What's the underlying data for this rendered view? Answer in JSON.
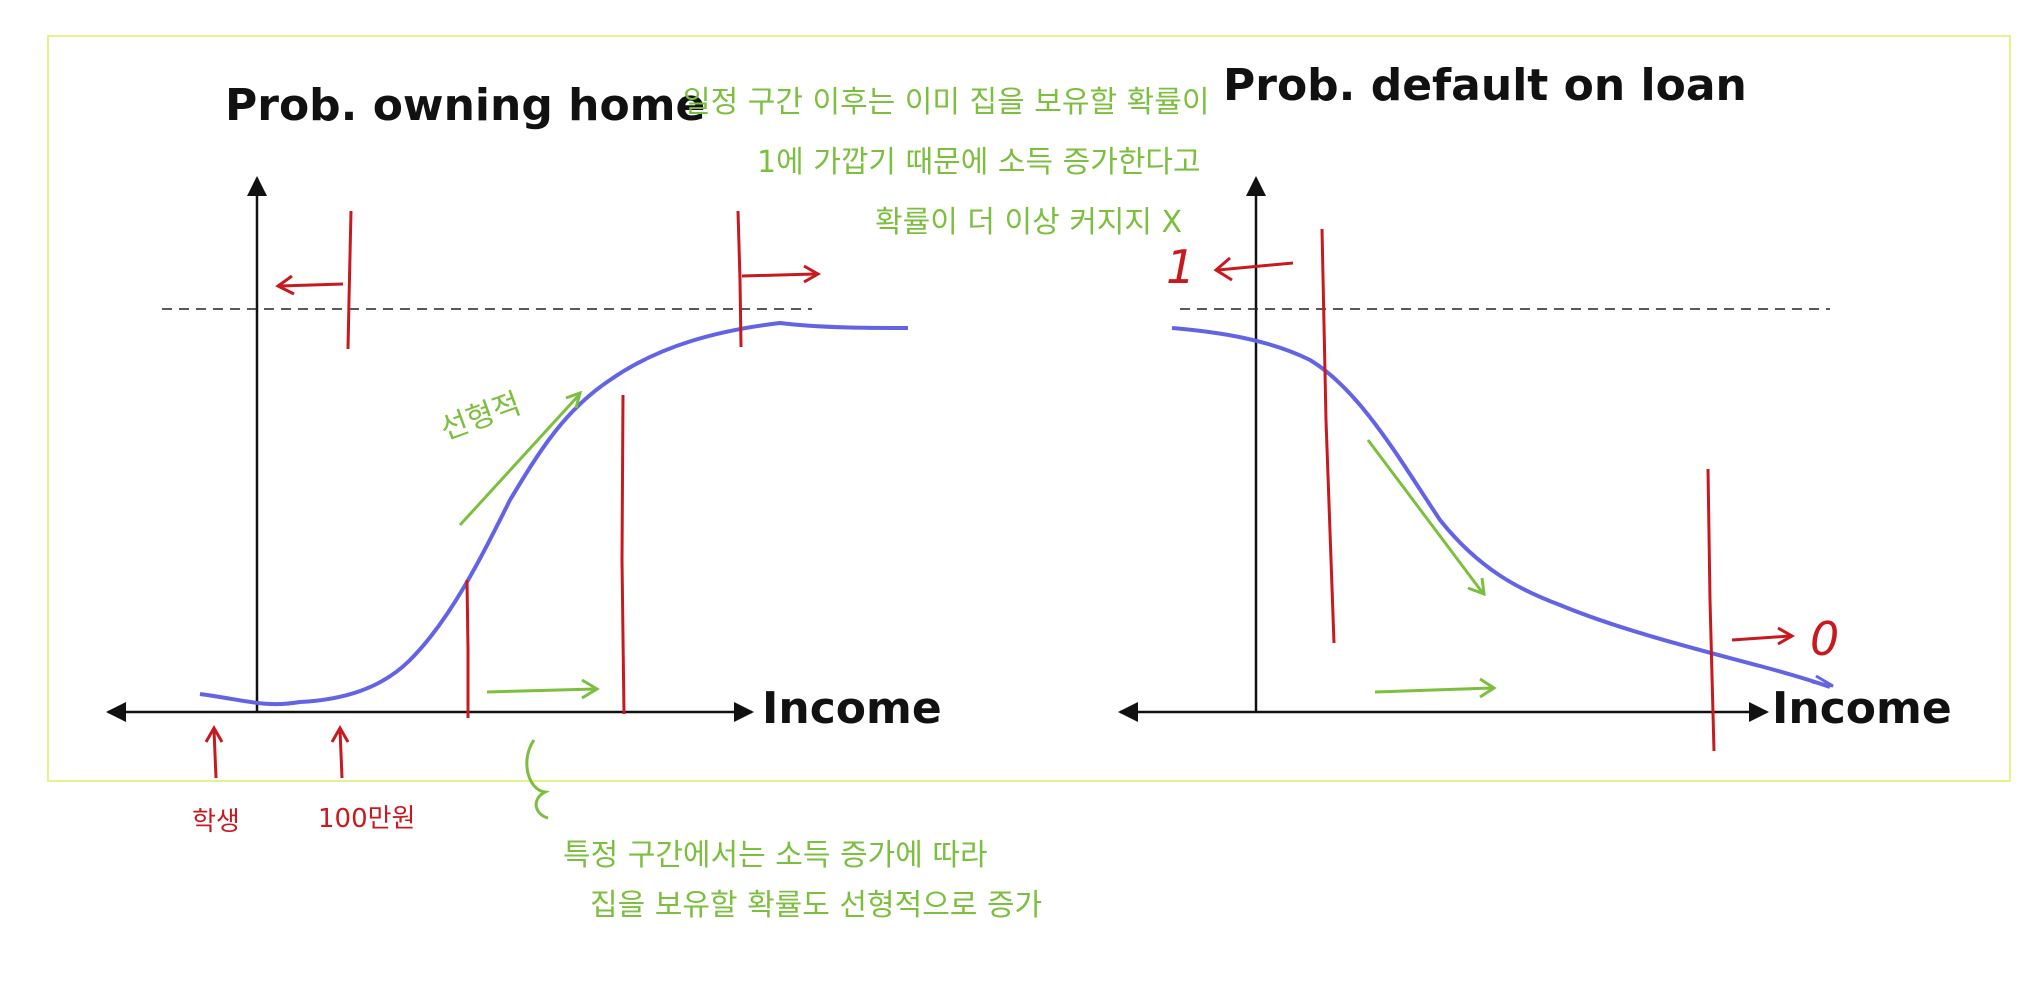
{
  "colors": {
    "frame": "#e6f28a",
    "curve": "#6363e6",
    "annotation_red": "#c8191f",
    "annotation_green": "#7cbf3f",
    "axis": "#111111"
  },
  "left_panel": {
    "title": "Prob. owning home",
    "xlabel": "Income",
    "top_note_lines": [
      "일정 구간 이후는 이미 집을 보유할 확률이",
      "1에 가깝기 때문에 소득 증가한다고",
      "확률이 더 이상 커지지 X"
    ],
    "linear_label": "선형적",
    "bottom_note_lines": [
      "특정 구간에서는 소득 증가에 따라",
      "집을 보유할 확률도 선형적으로 증가"
    ],
    "student_label": "학생",
    "income_label": "100만원"
  },
  "right_panel": {
    "title": "Prob. default on loan",
    "xlabel": "Income",
    "one_label": "1",
    "zero_label": "0"
  },
  "icons": {
    "arrow": "arrow-icon"
  }
}
